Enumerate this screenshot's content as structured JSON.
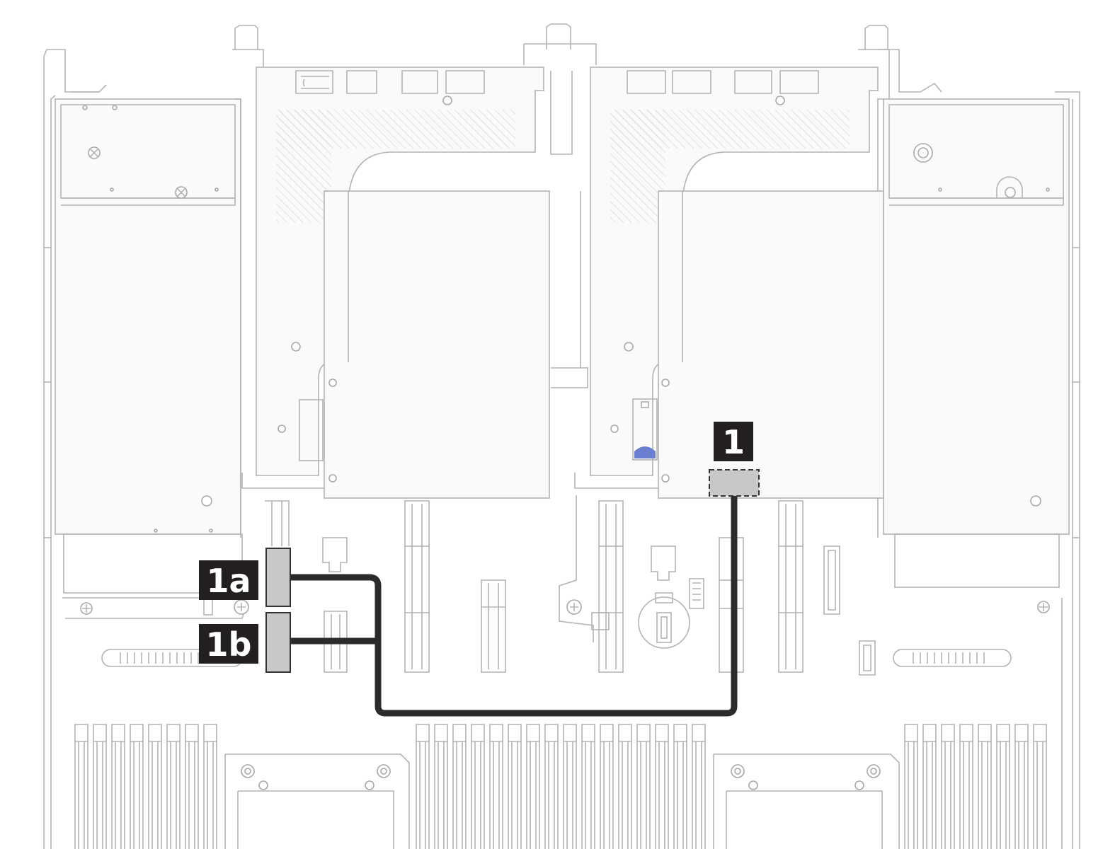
{
  "callouts": {
    "c1": "1",
    "c1a": "1a",
    "c1b": "1b"
  },
  "colors": {
    "callout_bg": "#231f20",
    "cable": "#2b2b2b",
    "connector": "#c8c8c8",
    "line": "#b3b3b3",
    "latch_blue": "#6b7fd1"
  },
  "icons": [
    "screw-icon",
    "latch-icon"
  ]
}
